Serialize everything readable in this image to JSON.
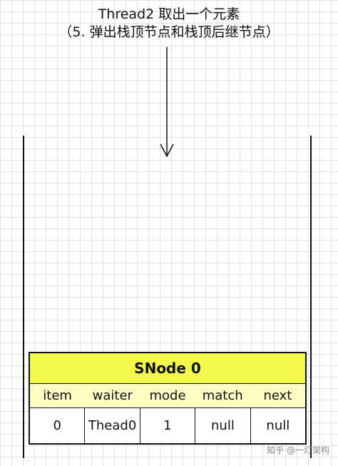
{
  "caption": {
    "line1": "Thread2 取出一个元素",
    "line2": "（5. 弹出栈顶节点和栈顶后继节点）"
  },
  "node": {
    "title": "SNode 0",
    "fields": [
      "item",
      "waiter",
      "mode",
      "match",
      "next"
    ],
    "values": [
      "0",
      "Thead0",
      "1",
      "null",
      "null"
    ]
  },
  "watermark": "知乎 @一灯架构",
  "colors": {
    "title_fill": "#f3f84d",
    "header_fill": "#fbfdc3",
    "border": "#111111",
    "grid": "#e2e2e2"
  }
}
